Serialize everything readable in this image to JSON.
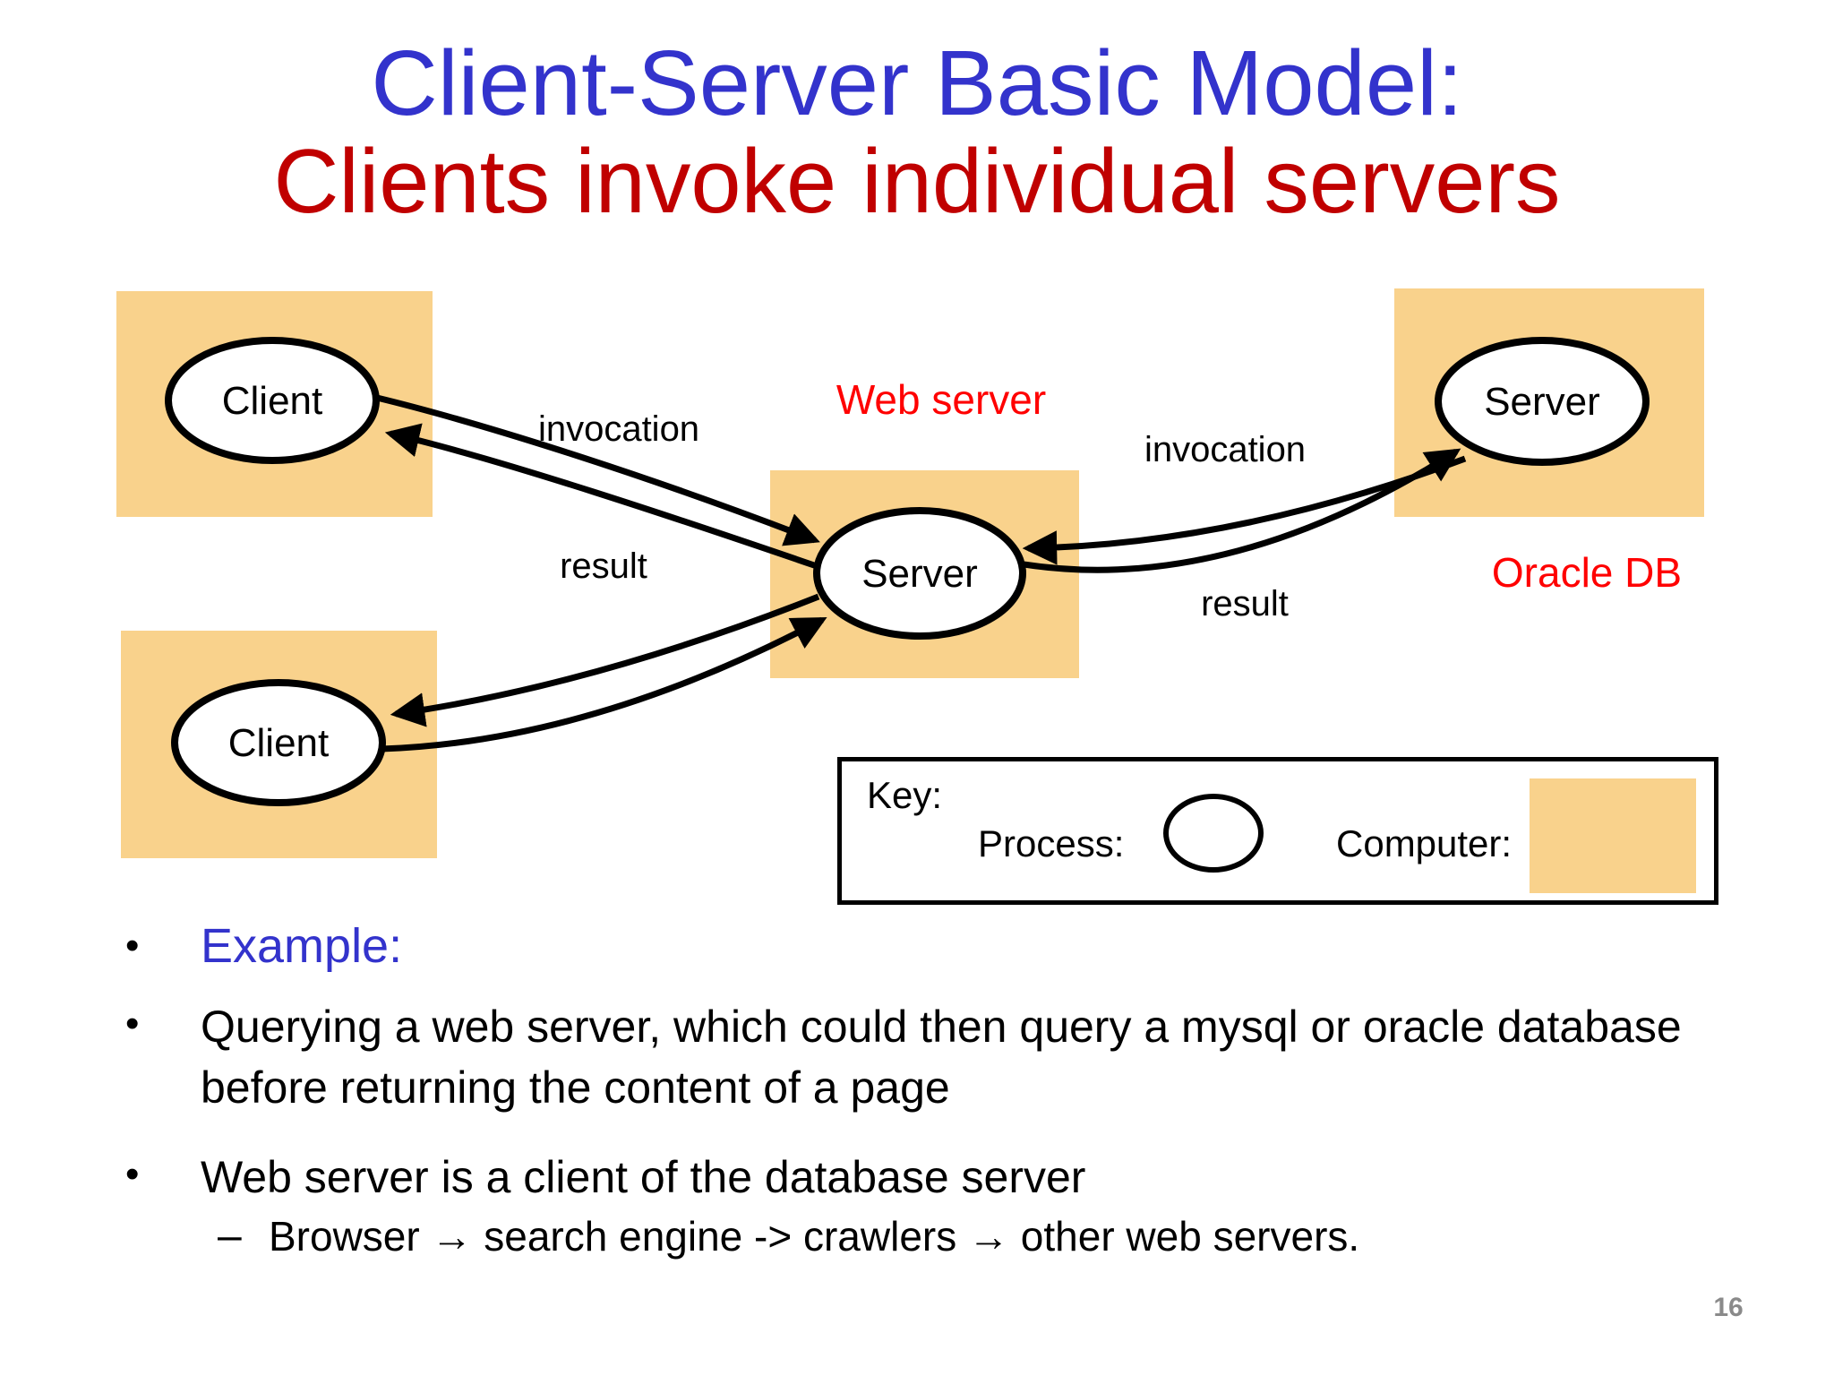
{
  "title": {
    "line1": "Client-Server Basic Model:",
    "line2": "Clients invoke individual servers"
  },
  "diagram": {
    "client_top": {
      "label": "Client"
    },
    "client_bottom": {
      "label": "Client"
    },
    "web_server": {
      "label": "Server",
      "annotation": "Web server"
    },
    "db_server": {
      "label": "Server",
      "annotation": "Oracle DB"
    },
    "edges": {
      "left_invocation": "invocation",
      "left_result": "result",
      "right_invocation": "invocation",
      "right_result": "result"
    }
  },
  "key": {
    "heading": "Key:",
    "process_label": "Process:",
    "computer_label": "Computer:"
  },
  "bullets": {
    "marker": "•",
    "item1": "Example:",
    "item2": "Querying a web server, which could then query a mysql or oracle database before returning the content of a page",
    "item3": "Web server is a client of the database server",
    "sub_marker": "–",
    "sub_item": "Browser → search engine -> crawlers → other web servers."
  },
  "page_number": "16",
  "colors": {
    "computer_fill": "#F9D28C",
    "title_blue": "#3333CC",
    "title_dark_red": "#C00000",
    "annotation_red": "#FF0000",
    "page_number_gray": "#8A8A8A"
  }
}
